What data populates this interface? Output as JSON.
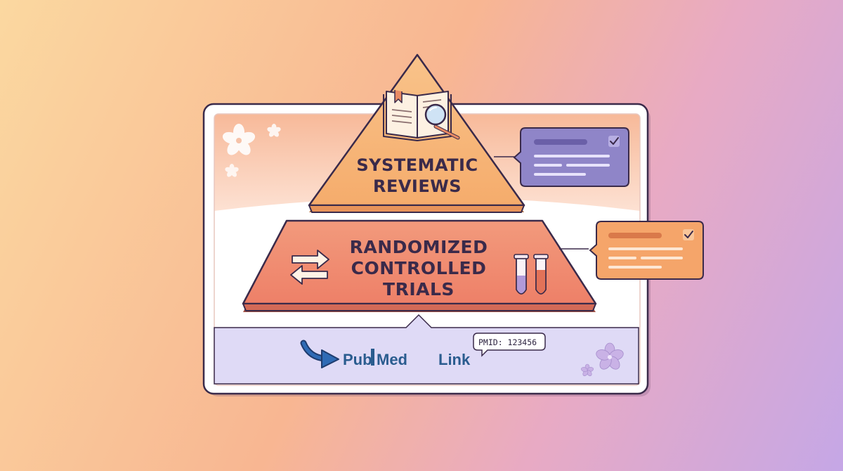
{
  "pyramid": {
    "top": {
      "line1": "SYSTEMATIC",
      "line2": "REVIEWS"
    },
    "middle": {
      "line1": "RANDOMIZED",
      "line2": "CONTROLLED",
      "line3": "TRIALS"
    }
  },
  "footer": {
    "pubmed_pub": "Pub",
    "pubmed_med": "Med",
    "pubmed_link": "Link",
    "pmid": "PMID: 123456"
  },
  "icons": {
    "top": "book-magnifier-icon",
    "middle_left": "swap-arrows-icon",
    "middle_right": "test-tubes-icon",
    "callout_check": "check-icon",
    "footer_arrow": "curved-arrow-icon",
    "flower": "flower-icon"
  },
  "colors": {
    "top_tier": "#f7b476",
    "middle_tier": "#f08a70",
    "callout_top": "#8f85c8",
    "callout_middle": "#f5a56a",
    "footer_band": "#dcd7f5",
    "outline": "#3a2a4a"
  }
}
